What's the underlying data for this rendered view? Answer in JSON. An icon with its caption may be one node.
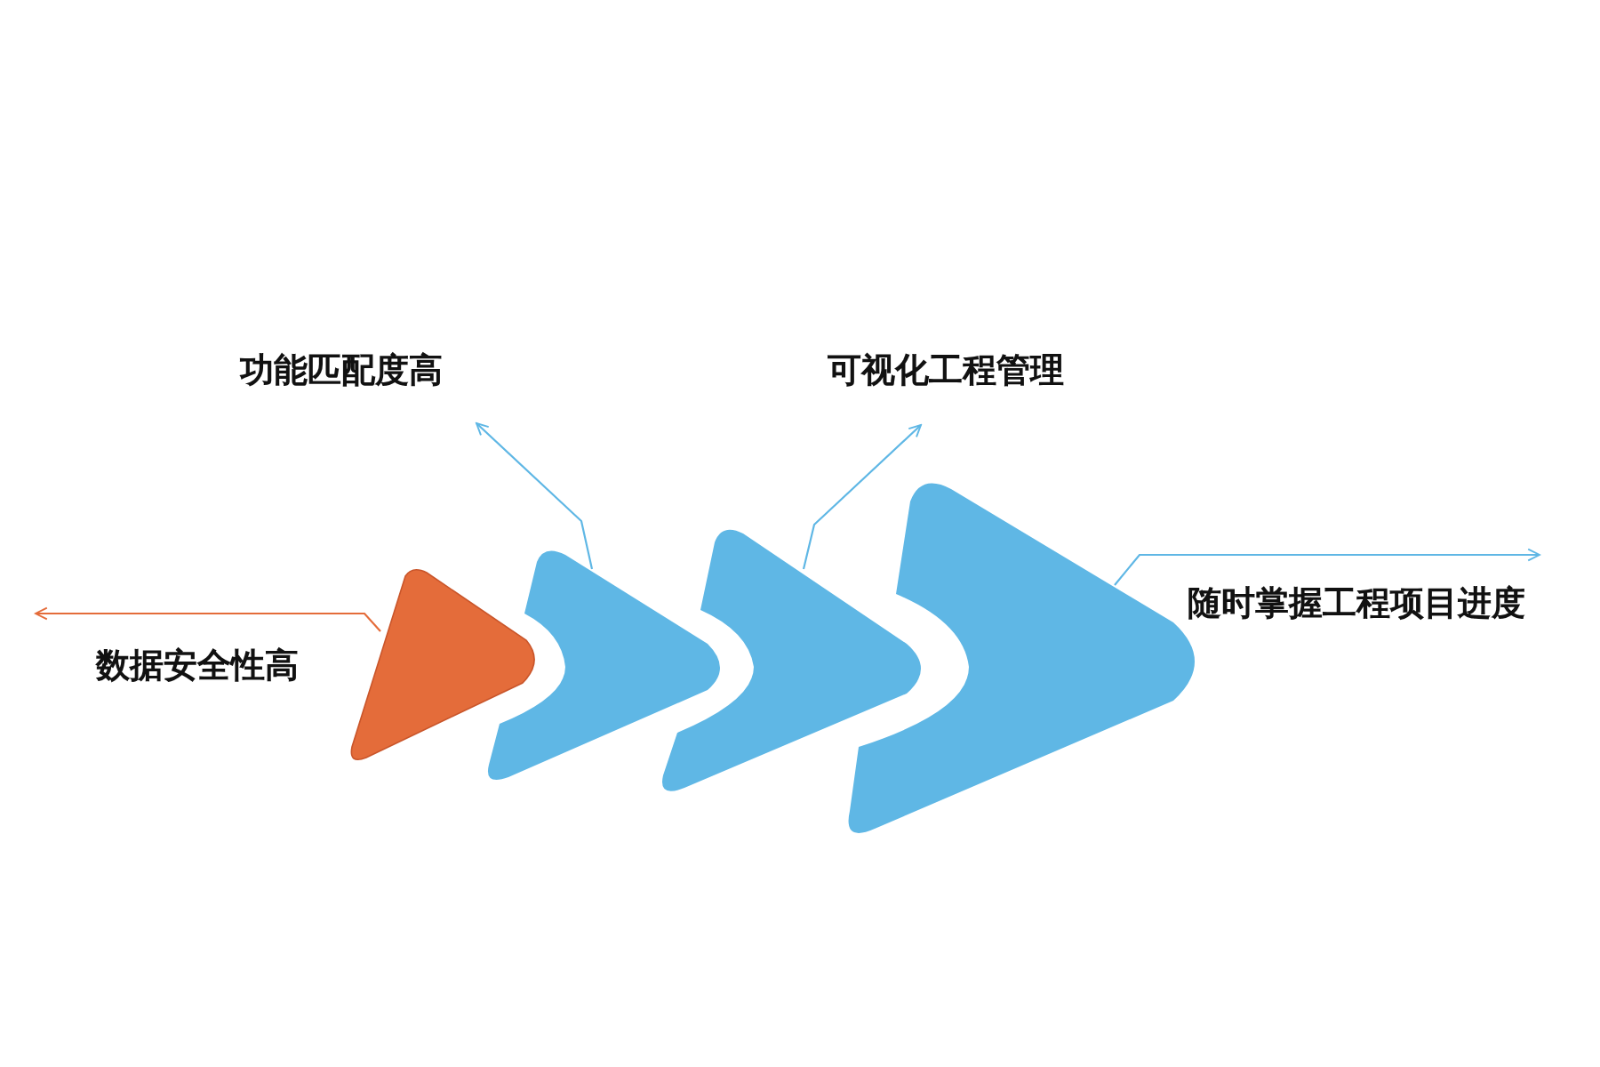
{
  "diagram": {
    "nodes": [
      {
        "text": [],
        "shape": "triangle"
      },
      {
        "text": [],
        "shape": "chevron"
      },
      {
        "text": [],
        "shape": "chevron"
      },
      {
        "text": [],
        "shape": "chevron"
      }
    ],
    "labels": [
      "功能匹配度高",
      "可视化工程管理",
      "随时掌握工程项目进度",
      "数据安全性高"
    ],
    "edges": [
      {
        "from": 0,
        "to": null,
        "arrow": "to",
        "color": "#e46c3a"
      },
      {
        "from": 1,
        "to": null,
        "arrow": "to"
      },
      {
        "from": 2,
        "to": null,
        "arrow": "to"
      },
      {
        "from": 3,
        "to": null,
        "arrow": "to"
      }
    ]
  }
}
